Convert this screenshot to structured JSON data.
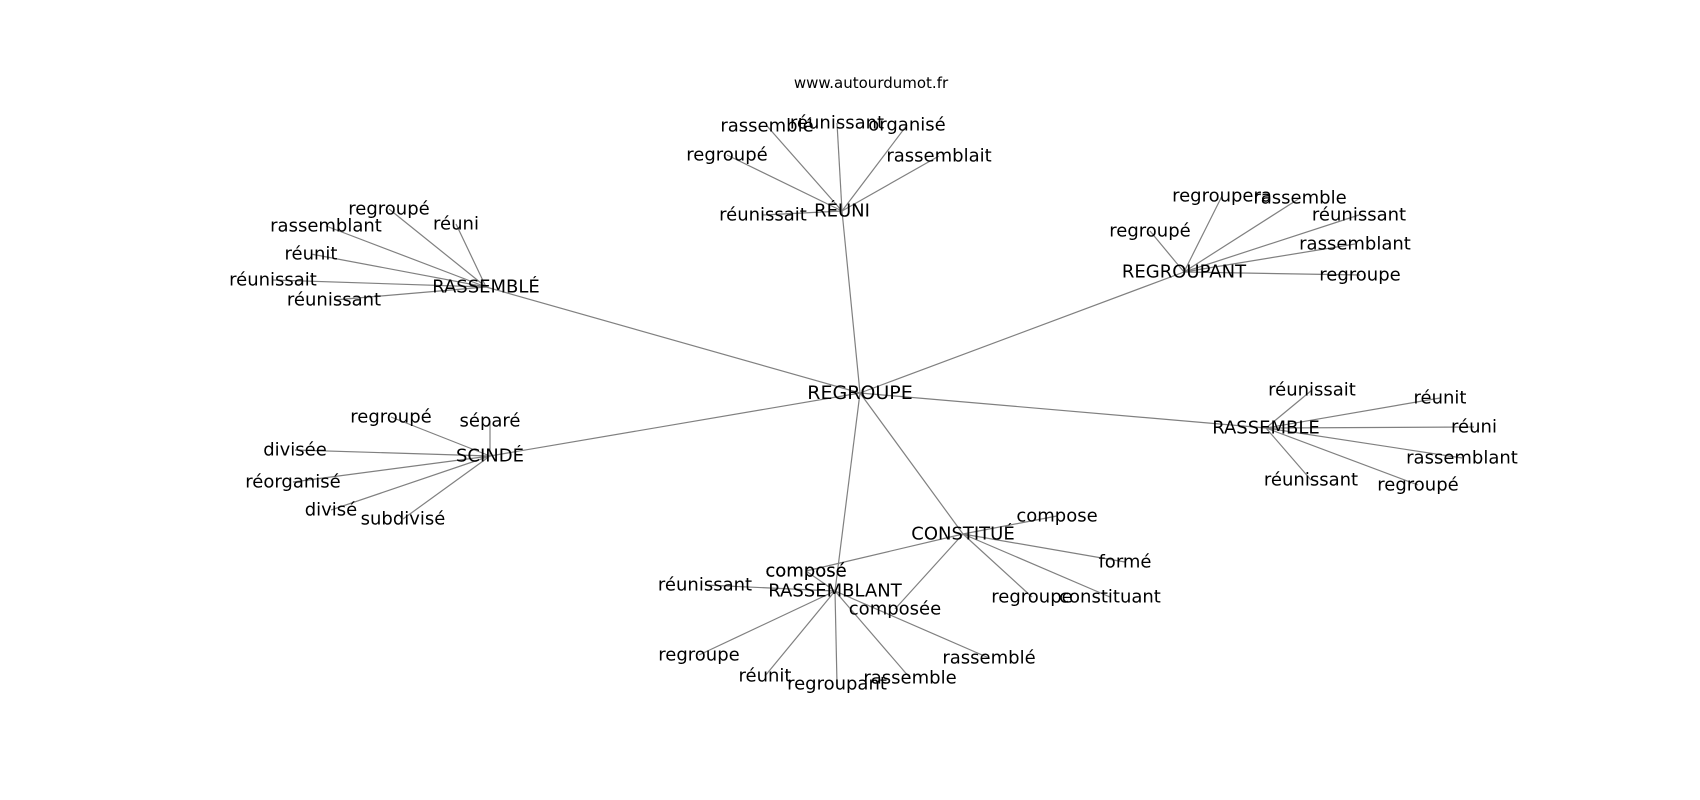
{
  "source": "www.autourdumot.fr",
  "center": "REGROUPE",
  "clusters": [
    {
      "hub": "RÉUNI",
      "words": [
        "rassemblé",
        "réunissant",
        "organisé",
        "regroupé",
        "rassemblait",
        "réunissait"
      ]
    },
    {
      "hub": "RASSEMBLÉ",
      "words": [
        "regroupé",
        "rassemblant",
        "réuni",
        "réunit",
        "réunissait",
        "réunissant"
      ]
    },
    {
      "hub": "REGROUPANT",
      "words": [
        "regroupera",
        "rassemble",
        "regroupé",
        "réunissant",
        "rassemblant",
        "regroupe"
      ]
    },
    {
      "hub": "SCINDÉ",
      "words": [
        "regroupé",
        "séparé",
        "divisée",
        "réorganisé",
        "divisé",
        "subdivisé"
      ]
    },
    {
      "hub": "RASSEMBLE",
      "words": [
        "réunissait",
        "réunit",
        "réuni",
        "rassemblant",
        "réunissant",
        "regroupé"
      ]
    },
    {
      "hub": "CONSTITUÉ",
      "words": [
        "compose",
        "formé",
        "regroupe",
        "constituant",
        "composée",
        "composé"
      ]
    },
    {
      "hub": "RASSEMBLANT",
      "words": [
        "réunissant",
        "composé",
        "regroupe",
        "réunit",
        "regroupant",
        "rassemble",
        "rassemblé"
      ]
    }
  ]
}
